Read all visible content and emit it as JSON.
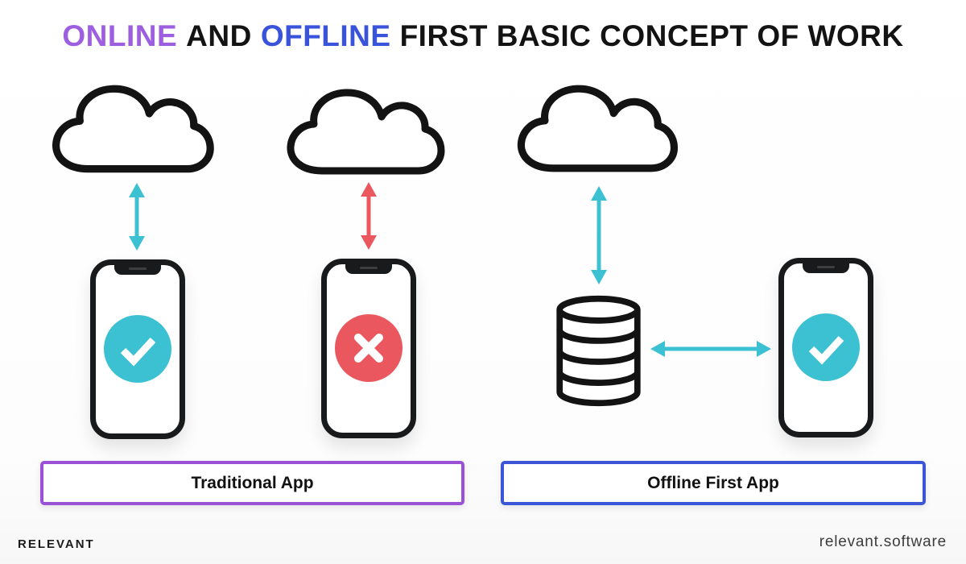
{
  "title": {
    "part1": "ONLINE",
    "part2": "AND",
    "part3": "OFFLINE",
    "part4": "FIRST BASIC CONCEPT OF WORK"
  },
  "colors": {
    "title_purple": "#9D5EE0",
    "title_blue": "#3A53DB",
    "teal_accent": "#3CC1D3",
    "red_accent": "#EA575E",
    "purple_border": "#9B51D6",
    "blue_border": "#3B55D6",
    "outline_black": "#191a1c"
  },
  "labels": {
    "traditional": "Traditional App",
    "offline_first": "Offline First App"
  },
  "columns": [
    {
      "id": "traditional-online",
      "icons": [
        "cloud-icon",
        "up-down-arrow-icon",
        "phone-icon",
        "check-icon"
      ],
      "arrow_color": "#3CC1D3",
      "status": "connected-success"
    },
    {
      "id": "traditional-offline",
      "icons": [
        "cloud-icon",
        "up-down-arrow-icon",
        "phone-icon",
        "cross-icon"
      ],
      "arrow_color": "#EA575E",
      "status": "disconnected-error"
    },
    {
      "id": "offline-first",
      "icons": [
        "cloud-icon",
        "up-down-arrow-icon",
        "database-icon",
        "left-right-arrow-icon",
        "phone-icon",
        "check-icon"
      ],
      "arrow_color": "#3CC1D3",
      "status": "synced-success"
    }
  ],
  "footer": {
    "brand": "RELEVANT",
    "website": "relevant.software"
  }
}
